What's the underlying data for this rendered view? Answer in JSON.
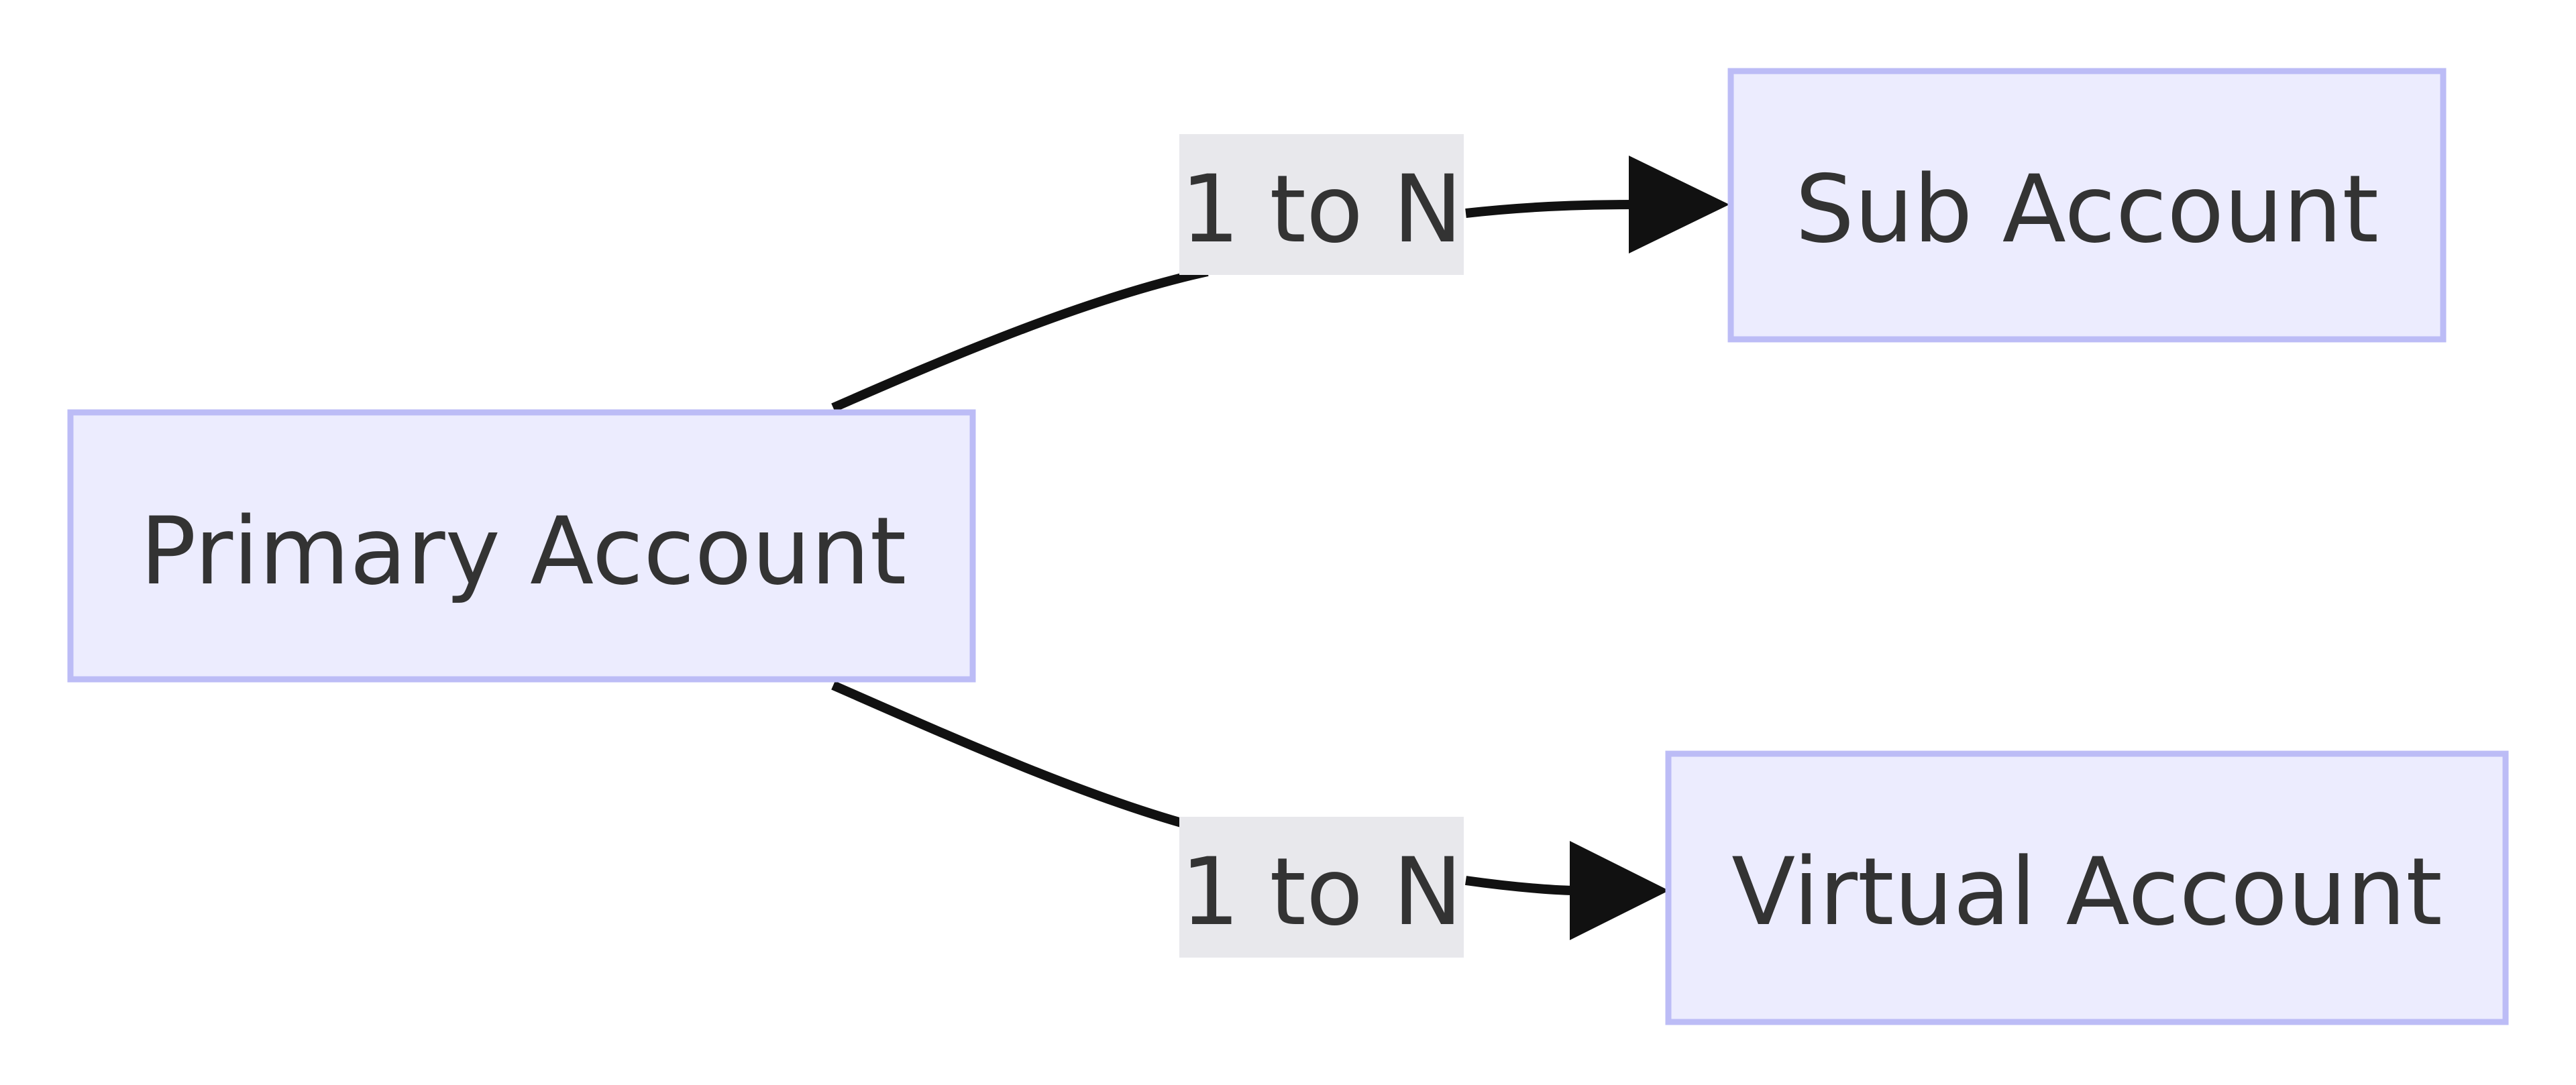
{
  "nodes": {
    "primary": {
      "label": "Primary Account"
    },
    "sub": {
      "label": "Sub Account"
    },
    "virtual": {
      "label": "Virtual Account"
    }
  },
  "edges": [
    {
      "from": "Primary Account",
      "to": "Sub Account",
      "label": "1 to N"
    },
    {
      "from": "Primary Account",
      "to": "Virtual Account",
      "label": "1 to N"
    }
  ],
  "colors": {
    "node_fill": "#ececfe",
    "node_border": "#bcbcf6",
    "edge_label_bg": "#e8e8ec",
    "edge_stroke": "#111111",
    "text": "#333333"
  }
}
